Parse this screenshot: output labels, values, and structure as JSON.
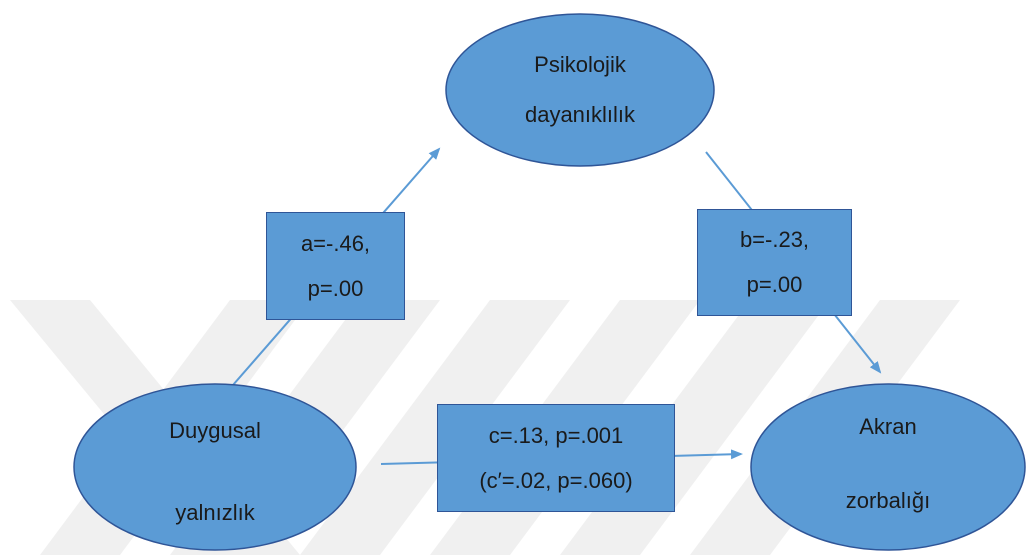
{
  "nodes": {
    "mediator": {
      "line1": "Psikolojik",
      "line2": "dayanıklılık"
    },
    "predictor": {
      "line1": "Duygusal",
      "line2": "yalnızlık"
    },
    "outcome": {
      "line1": "Akran",
      "line2": "zorbalığı"
    }
  },
  "paths": {
    "a": {
      "line1": "a=-.46,",
      "line2": "p=.00"
    },
    "b": {
      "line1": "b=-.23,",
      "line2": "p=.00"
    },
    "c": {
      "line1": "c=.13, p=.001",
      "line2": "(c′=.02, p=.060)"
    }
  },
  "colors": {
    "fill": "#5b9bd5",
    "border": "#2f5597",
    "arrow": "#5b9bd5",
    "watermark": "#f0f0f0"
  }
}
